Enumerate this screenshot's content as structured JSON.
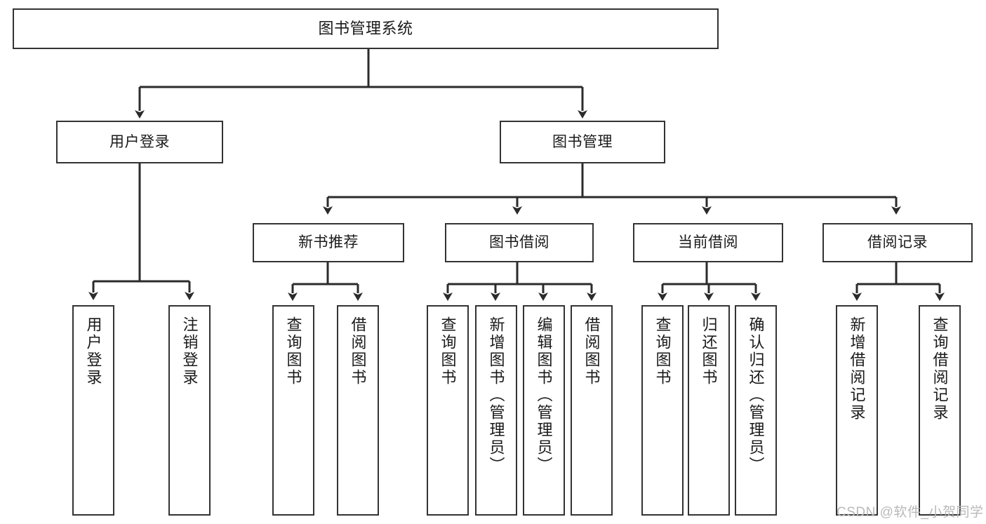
{
  "diagram": {
    "title": "图书管理系统",
    "type": "tree-hierarchy",
    "levels": [
      {
        "level": 1,
        "nodes": [
          {
            "id": "root",
            "label": "图书管理系统",
            "orientation": "horizontal"
          }
        ]
      },
      {
        "level": 2,
        "nodes": [
          {
            "id": "user-login",
            "label": "用户登录",
            "orientation": "horizontal",
            "parent": "root"
          },
          {
            "id": "book-manage",
            "label": "图书管理",
            "orientation": "horizontal",
            "parent": "root"
          }
        ]
      },
      {
        "level": 3,
        "nodes": [
          {
            "id": "new-book-rec",
            "label": "新书推荐",
            "orientation": "horizontal",
            "parent": "book-manage"
          },
          {
            "id": "book-borrow",
            "label": "图书借阅",
            "orientation": "horizontal",
            "parent": "book-manage"
          },
          {
            "id": "current-borrow",
            "label": "当前借阅",
            "orientation": "horizontal",
            "parent": "book-manage"
          },
          {
            "id": "borrow-record",
            "label": "借阅记录",
            "orientation": "horizontal",
            "parent": "book-manage"
          }
        ]
      },
      {
        "level": 4,
        "nodes": [
          {
            "id": "leaf-user-login",
            "label": "用户登录",
            "orientation": "vertical",
            "parent": "user-login"
          },
          {
            "id": "leaf-logout",
            "label": "注销登录",
            "orientation": "vertical",
            "parent": "user-login"
          },
          {
            "id": "leaf-query-book-1",
            "label": "查询图书",
            "orientation": "vertical",
            "parent": "new-book-rec"
          },
          {
            "id": "leaf-borrow-book-1",
            "label": "借阅图书",
            "orientation": "vertical",
            "parent": "new-book-rec"
          },
          {
            "id": "leaf-query-book-2",
            "label": "查询图书",
            "orientation": "vertical",
            "parent": "book-borrow"
          },
          {
            "id": "leaf-add-book",
            "label": "新增图书（管理员）",
            "orientation": "vertical",
            "parent": "book-borrow"
          },
          {
            "id": "leaf-edit-book",
            "label": "编辑图书（管理员）",
            "orientation": "vertical",
            "parent": "book-borrow"
          },
          {
            "id": "leaf-borrow-book-2",
            "label": "借阅图书",
            "orientation": "vertical",
            "parent": "book-borrow"
          },
          {
            "id": "leaf-query-book-3",
            "label": "查询图书",
            "orientation": "vertical",
            "parent": "current-borrow"
          },
          {
            "id": "leaf-return-book",
            "label": "归还图书",
            "orientation": "vertical",
            "parent": "current-borrow"
          },
          {
            "id": "leaf-confirm-return",
            "label": "确认归还（管理员）",
            "orientation": "vertical",
            "parent": "current-borrow"
          },
          {
            "id": "leaf-add-record",
            "label": "新增借阅记录",
            "orientation": "vertical",
            "parent": "borrow-record"
          },
          {
            "id": "leaf-query-record",
            "label": "查询借阅记录",
            "orientation": "vertical",
            "parent": "borrow-record"
          }
        ]
      }
    ],
    "colors": {
      "stroke": "#333333",
      "fill": "#ffffff",
      "text": "#1a1a1a",
      "watermark": "#b9b9b9"
    }
  },
  "watermark": {
    "text": "CSDN @软件_小贺同学"
  }
}
